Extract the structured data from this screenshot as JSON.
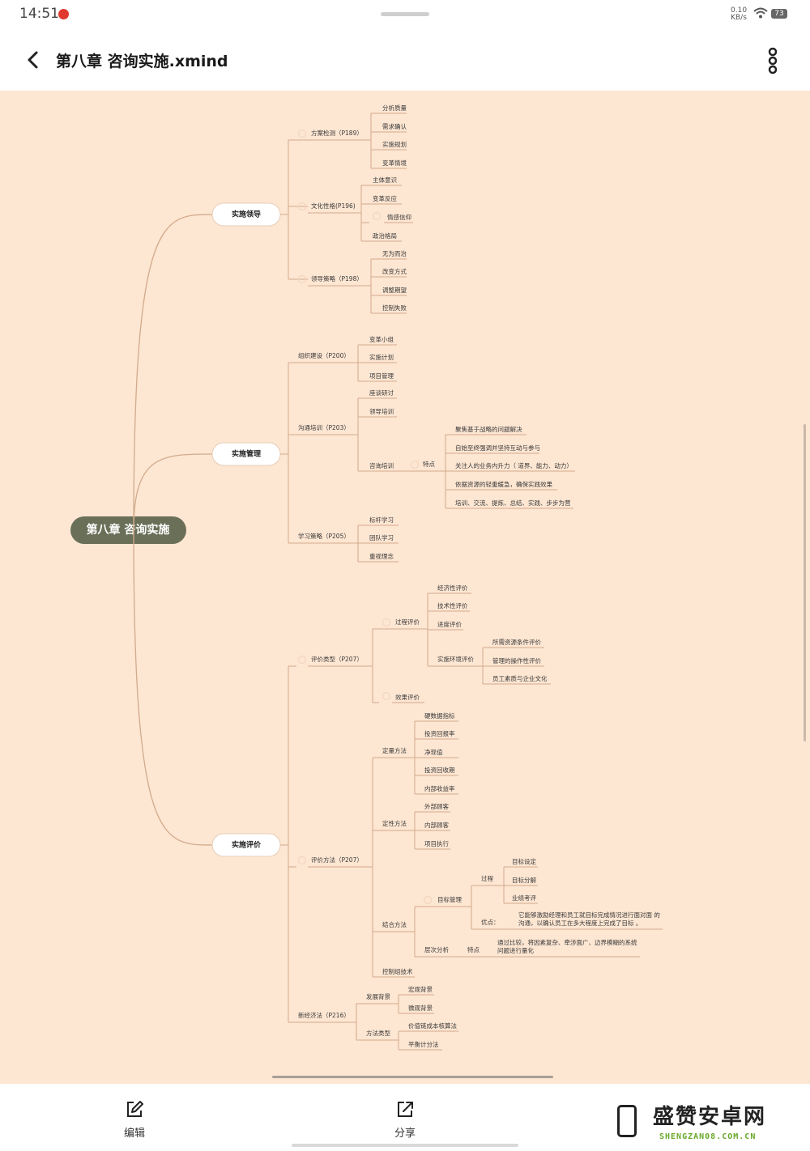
{
  "status": {
    "time": "14:51",
    "speed": "0.10",
    "speed_unit": "KB/s",
    "battery": "73"
  },
  "appbar": {
    "title": "第八章 咨询实施.xmind"
  },
  "toolbar": {
    "edit_label": "编辑",
    "share_label": "分享"
  },
  "watermark": {
    "main": "盛赞安卓网",
    "sub": "SHENGZAN08.COM.CN"
  },
  "mindmap": {
    "root": "第八章 咨询实施",
    "branches": [
      {
        "label": "实施领导",
        "children": [
          {
            "label": "方案检测（P189）",
            "children": [
              "分析质量",
              "需求确认",
              "实施规划",
              "变革情境"
            ]
          },
          {
            "label": "文化性格(P196)",
            "children": [
              "主体意识",
              "变革反应",
              "情感信仰",
              "政治格局"
            ]
          },
          {
            "label": "领导策略（P198）",
            "children": [
              "无为而治",
              "改变方式",
              "调整期望",
              "控制失败"
            ]
          }
        ]
      },
      {
        "label": "实施管理",
        "children": [
          {
            "label": "组织建设（P200）",
            "children": [
              "变革小组",
              "实施计划",
              "项目管理"
            ]
          },
          {
            "label": "沟通培训（P203）",
            "children": [
              "座谈研讨",
              "领导培训",
              "咨询培训",
              "特点",
              "聚焦基于战略的问题解决",
              "自始至终强调并坚持互动与参与",
              "关注人的业务内升力（ 道界、能力、动力）",
              "依据资源的轻重缓急，确保实践效果",
              "培训、交流、提炼、总结、实践、步步为营"
            ]
          },
          {
            "label": "学习策略（P205）",
            "children": [
              "标杆学习",
              "团队学习",
              "重视理念"
            ]
          }
        ]
      },
      {
        "label": "实施评价",
        "children": [
          {
            "label": "评价类型（P207）",
            "children": [
              "过程评价",
              "经济性评价",
              "技术性评价",
              "进度评价",
              "实施环境评价",
              "所需资源条件评价",
              "管理的操作性评价",
              "员工素质与企业文化",
              "效果评价"
            ]
          },
          {
            "label": "评价方法（P207）",
            "children": [
              "定量方法",
              "硬数据指标",
              "投资回报率",
              "净现值",
              "投资回收期",
              "内部收益率",
              "定性方法",
              "外部顾客",
              "内部顾客",
              "项目执行",
              "结合方法",
              "目标管理",
              "过程",
              "目标设定",
              "目标分解",
              "业绩考评",
              "优点：",
              "它能够激励经理和员工就目标完成情况进行面对面 的",
              "沟通，以确认员工在多大程度上完成了目标 。",
              "层次分析",
              "特点",
              "通过比较，将因素复杂、牵涉面广、边界模糊的系统",
              "问题进行量化",
              "控制组技术"
            ]
          },
          {
            "label": "新经济法（P216）",
            "children": [
              "发展背景",
              "宏观背景",
              "微观背景",
              "方法类型",
              "价值链成本核算法",
              "平衡计分法"
            ]
          }
        ]
      }
    ]
  }
}
